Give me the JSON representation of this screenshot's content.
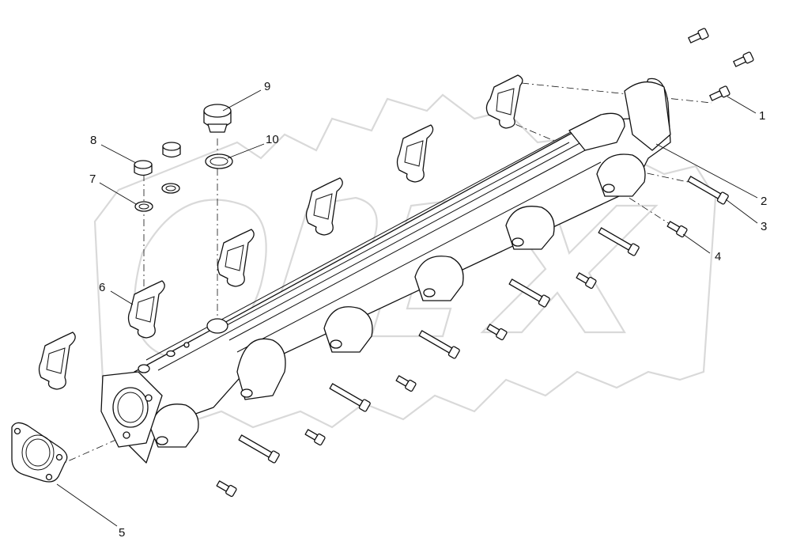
{
  "callouts": {
    "c1": "1",
    "c2": "2",
    "c3": "3",
    "c4": "4",
    "c5": "5",
    "c6": "6",
    "c7": "7",
    "c8": "8",
    "c9": "9",
    "c10": "10"
  },
  "watermark_brand": "OPEX",
  "colors": {
    "line": "#111111",
    "watermark": "#d9d9d9",
    "background": "#ffffff"
  }
}
